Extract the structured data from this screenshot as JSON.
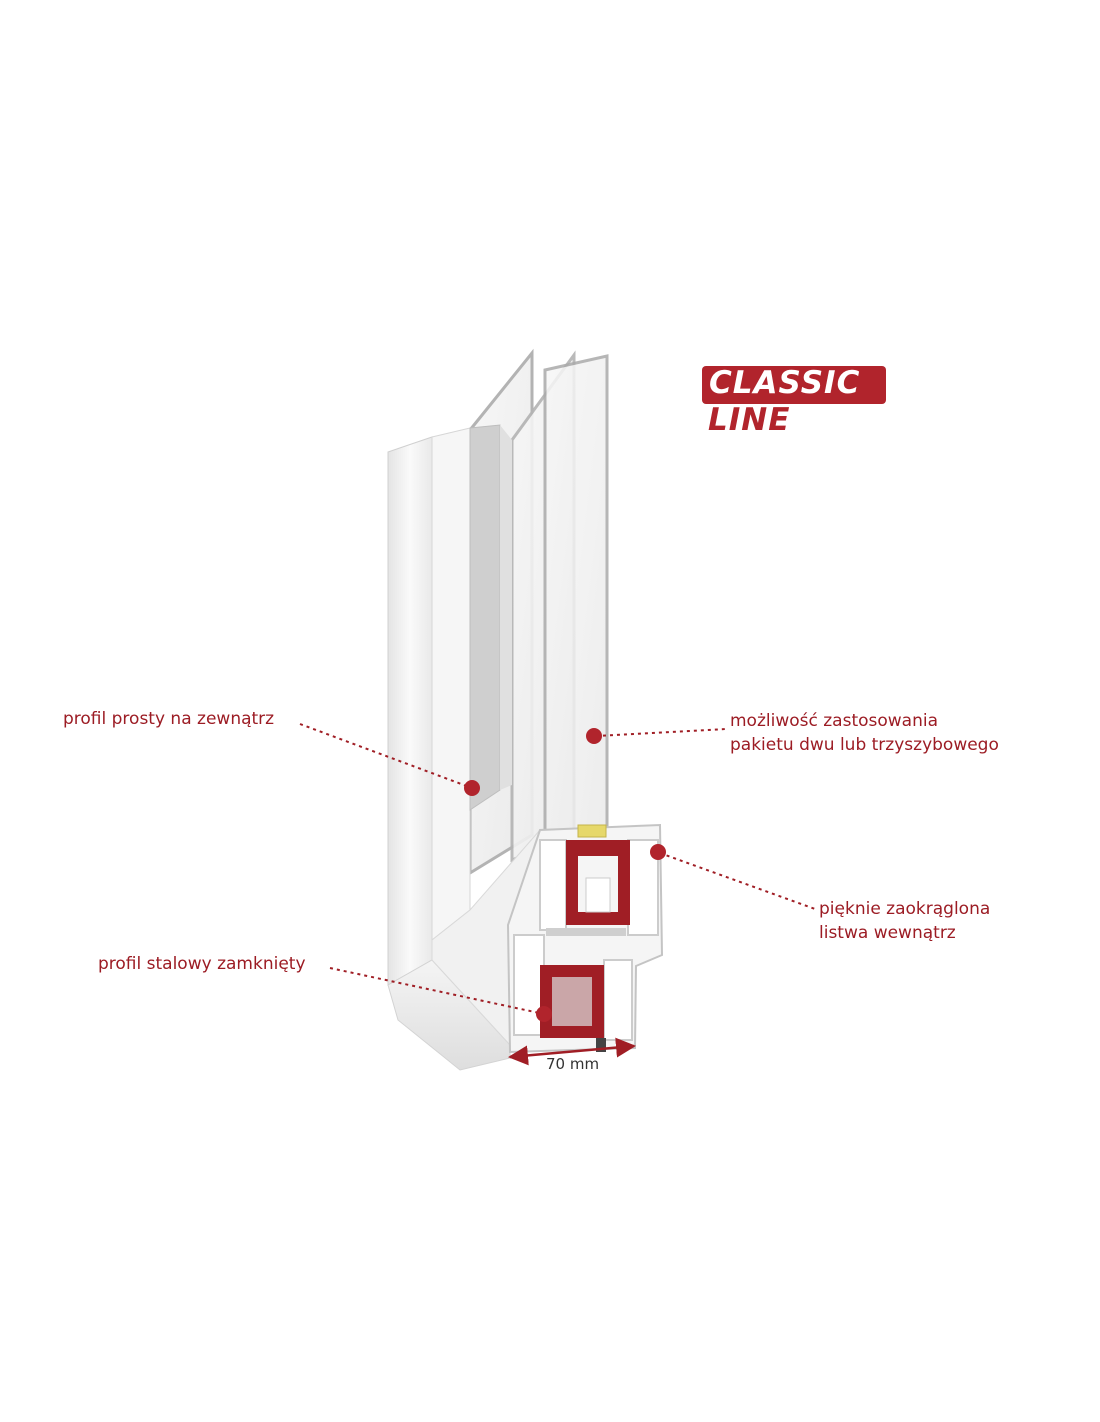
{
  "logo": {
    "word1": "CLASSIC",
    "word2": "LINE",
    "color": "#b1242c"
  },
  "callouts": {
    "outside_profile": "profil prosty na zewnątrz",
    "glazing_line1": "możliwość zastosowania",
    "glazing_line2": "pakietu dwu lub trzyszybowego",
    "bead_line1": "pięknie zaokrąglona",
    "bead_line2": "listwa wewnątrz",
    "steel_profile": "profil stalowy zamknięty"
  },
  "dimension": {
    "label": "70 mm"
  },
  "colors": {
    "accent": "#b1242c",
    "label_text": "#9c1c24",
    "steel_red": "#a01e25",
    "pvc_white": "#f2f2f2",
    "glass_edge": "#b8b8b8"
  },
  "icons": {
    "marker": "callout-dot-icon",
    "arrow": "double-arrow-icon"
  }
}
